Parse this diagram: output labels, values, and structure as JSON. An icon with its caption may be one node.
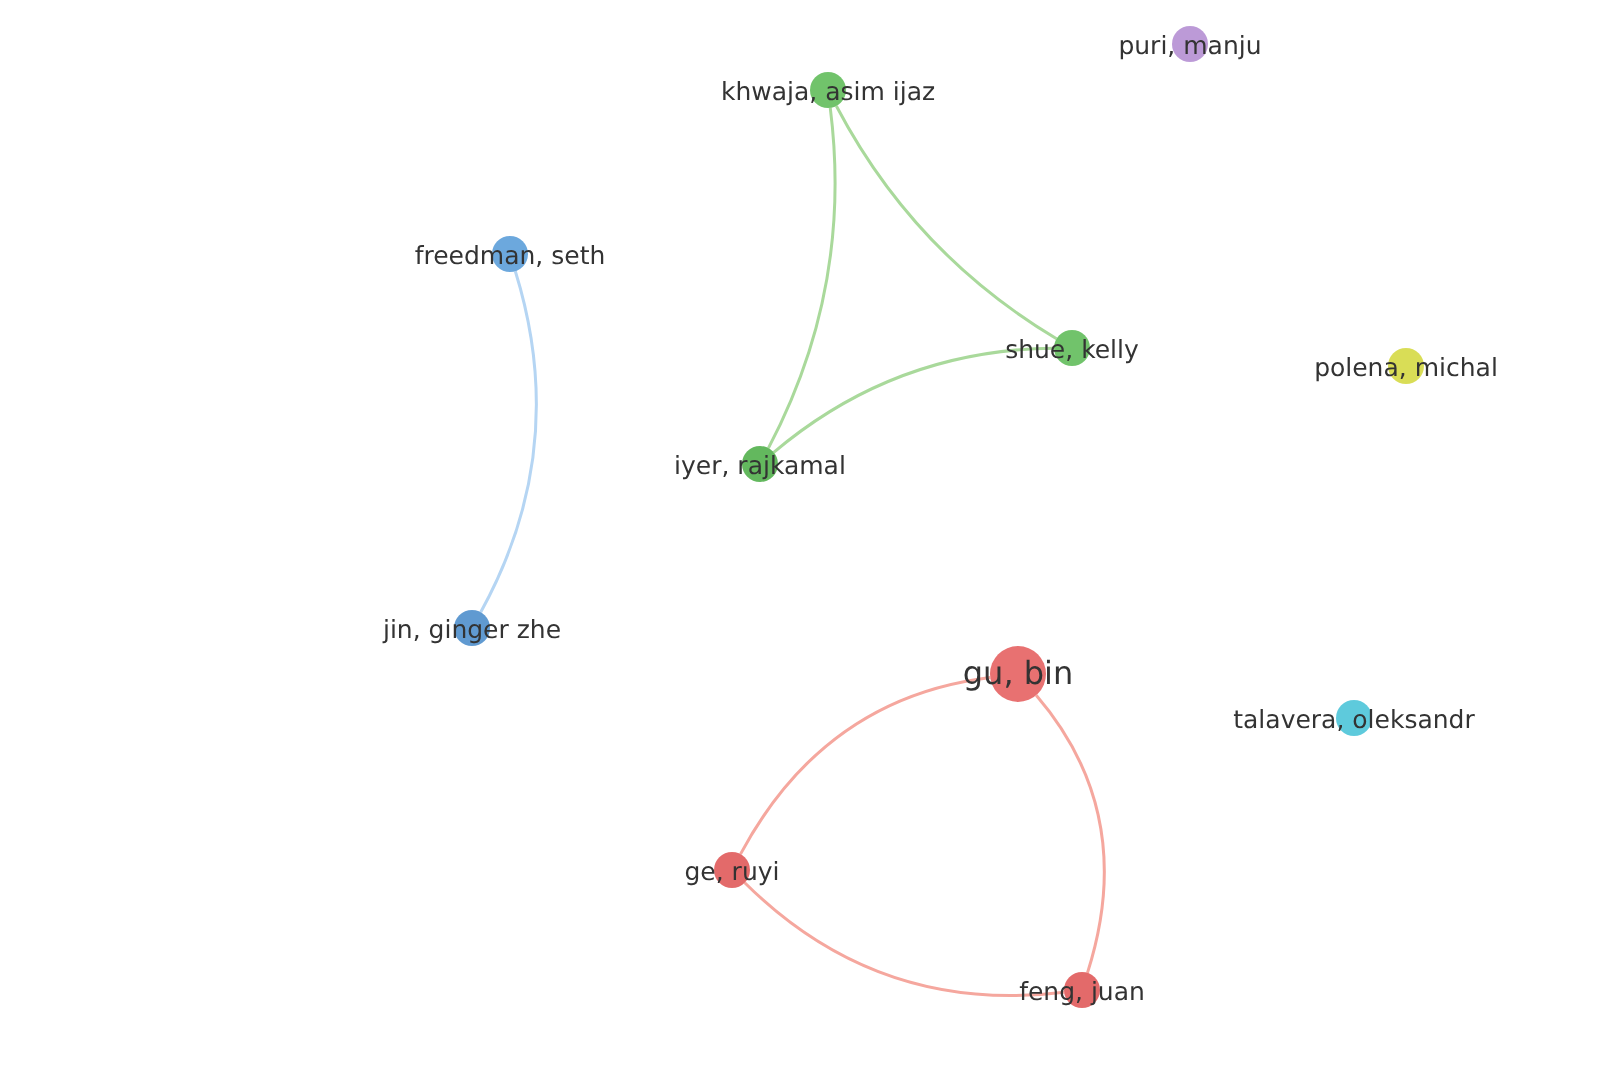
{
  "diagram": {
    "nodes": [
      {
        "text": [
          "puri, manju"
        ]
      },
      {
        "text": [
          "khwaja, asim ijaz"
        ]
      },
      {
        "text": [
          "freedman, seth"
        ]
      },
      {
        "text": [
          "shue, kelly"
        ]
      },
      {
        "text": [
          "polena, michal"
        ]
      },
      {
        "text": [
          "iyer, rajkamal"
        ]
      },
      {
        "text": [
          "jin, ginger zhe"
        ]
      },
      {
        "text": [
          "gu, bin"
        ]
      },
      {
        "text": [
          "talavera, oleksandr"
        ]
      },
      {
        "text": [
          "ge, ruyi"
        ]
      },
      {
        "text": [
          "feng, juan"
        ]
      }
    ],
    "edges": [
      {
        "from": 1,
        "to": 3,
        "arrow": "none",
        "color": "#a9d99b"
      },
      {
        "from": 1,
        "to": 5,
        "arrow": "none",
        "color": "#a9d99b"
      },
      {
        "from": 3,
        "to": 5,
        "arrow": "none",
        "color": "#a9d99b"
      },
      {
        "from": 2,
        "to": 6,
        "arrow": "none",
        "color": "#b5d5f3"
      },
      {
        "from": 7,
        "to": 9,
        "arrow": "none",
        "color": "#f5a79e"
      },
      {
        "from": 7,
        "to": 10,
        "arrow": "none",
        "color": "#f5a79e"
      },
      {
        "from": 9,
        "to": 10,
        "arrow": "none",
        "color": "#f5a79e"
      }
    ]
  }
}
